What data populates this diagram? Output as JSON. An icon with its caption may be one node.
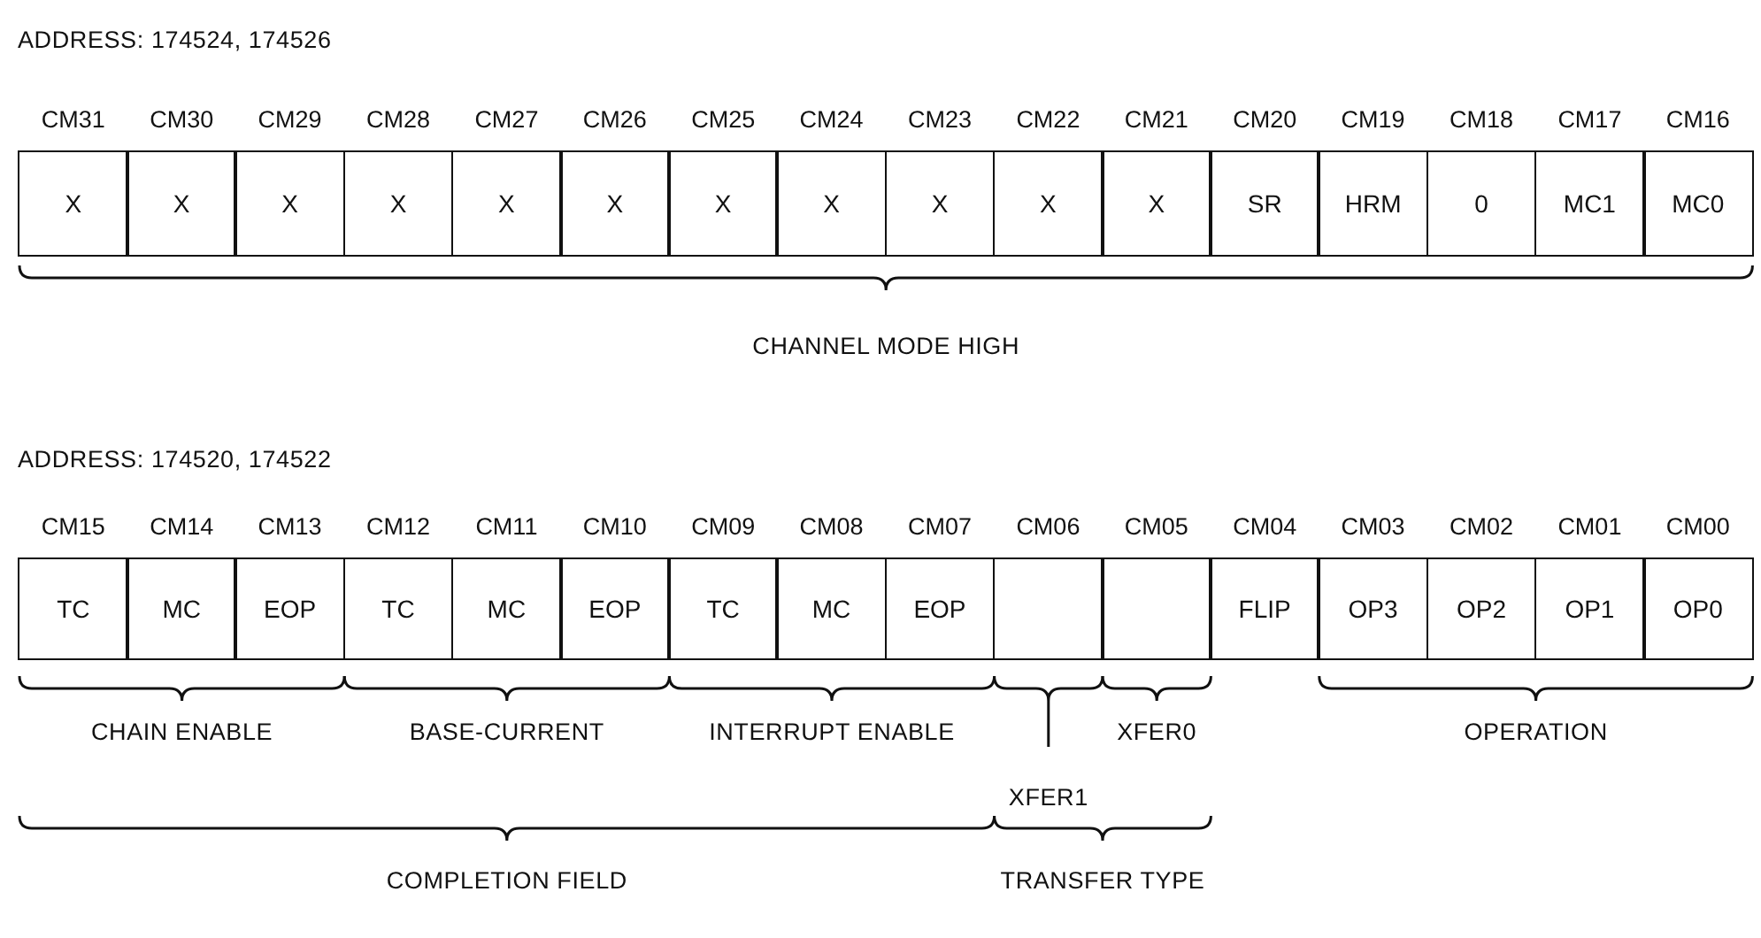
{
  "diagram": {
    "nodes": [
      {
        "text": [
          "X"
        ],
        "beside": [
          "CM31"
        ]
      },
      {
        "text": [
          "X"
        ],
        "beside": [
          "CM30"
        ]
      },
      {
        "text": [
          "X"
        ],
        "beside": [
          "CM29"
        ]
      },
      {
        "text": [
          "X"
        ],
        "beside": [
          "CM28"
        ]
      },
      {
        "text": [
          "X"
        ],
        "beside": [
          "CM27"
        ]
      },
      {
        "text": [
          "X"
        ],
        "beside": [
          "CM26"
        ]
      },
      {
        "text": [
          "X"
        ],
        "beside": [
          "CM25"
        ]
      },
      {
        "text": [
          "X"
        ],
        "beside": [
          "CM24"
        ]
      },
      {
        "text": [
          "X"
        ],
        "beside": [
          "CM23"
        ]
      },
      {
        "text": [
          "X"
        ],
        "beside": [
          "CM22"
        ]
      },
      {
        "text": [
          "X"
        ],
        "beside": [
          "CM21"
        ]
      },
      {
        "text": [
          "SR"
        ],
        "beside": [
          "CM20"
        ]
      },
      {
        "text": [
          "HRM"
        ],
        "beside": [
          "CM19"
        ]
      },
      {
        "text": [
          "0"
        ],
        "beside": [
          "CM18"
        ]
      },
      {
        "text": [
          "MC1"
        ],
        "beside": [
          "CM17"
        ]
      },
      {
        "text": [
          "MC0"
        ],
        "beside": [
          "CM16"
        ]
      },
      {
        "text": [
          "TC"
        ],
        "beside": [
          "CM15"
        ]
      },
      {
        "text": [
          "MC"
        ],
        "beside": [
          "CM14"
        ]
      },
      {
        "text": [
          "EOP"
        ],
        "beside": [
          "CM13"
        ]
      },
      {
        "text": [
          "TC"
        ],
        "beside": [
          "CM12"
        ]
      },
      {
        "text": [
          "MC"
        ],
        "beside": [
          "CM11"
        ]
      },
      {
        "text": [
          "EOP"
        ],
        "beside": [
          "CM10"
        ]
      },
      {
        "text": [
          "TC"
        ],
        "beside": [
          "CM09"
        ]
      },
      {
        "text": [
          "MC"
        ],
        "beside": [
          "CM08"
        ]
      },
      {
        "text": [
          "EOP"
        ],
        "beside": [
          "CM07"
        ]
      },
      {
        "text": [],
        "shape": "box",
        "beside": [
          "CM06"
        ]
      },
      {
        "text": [],
        "shape": "box",
        "beside": [
          "CM05"
        ]
      },
      {
        "text": [
          "FLIP"
        ],
        "beside": [
          "CM04"
        ]
      },
      {
        "text": [
          "OP3"
        ],
        "beside": [
          "CM03"
        ]
      },
      {
        "text": [
          "OP2"
        ],
        "beside": [
          "CM02"
        ]
      },
      {
        "text": [
          "OP1"
        ],
        "beside": [
          "CM01"
        ]
      },
      {
        "text": [
          "OP0"
        ],
        "beside": [
          "CM00"
        ]
      }
    ],
    "labels": [
      "ADDRESS: 174524, 174526",
      "CHANNEL MODE HIGH",
      "ADDRESS: 174520, 174522",
      "CHAIN ENABLE",
      "BASE-CURRENT",
      "INTERRUPT ENABLE",
      "XFER0",
      "OPERATION",
      "XFER1",
      "COMPLETION FIELD",
      "TRANSFER TYPE"
    ]
  }
}
